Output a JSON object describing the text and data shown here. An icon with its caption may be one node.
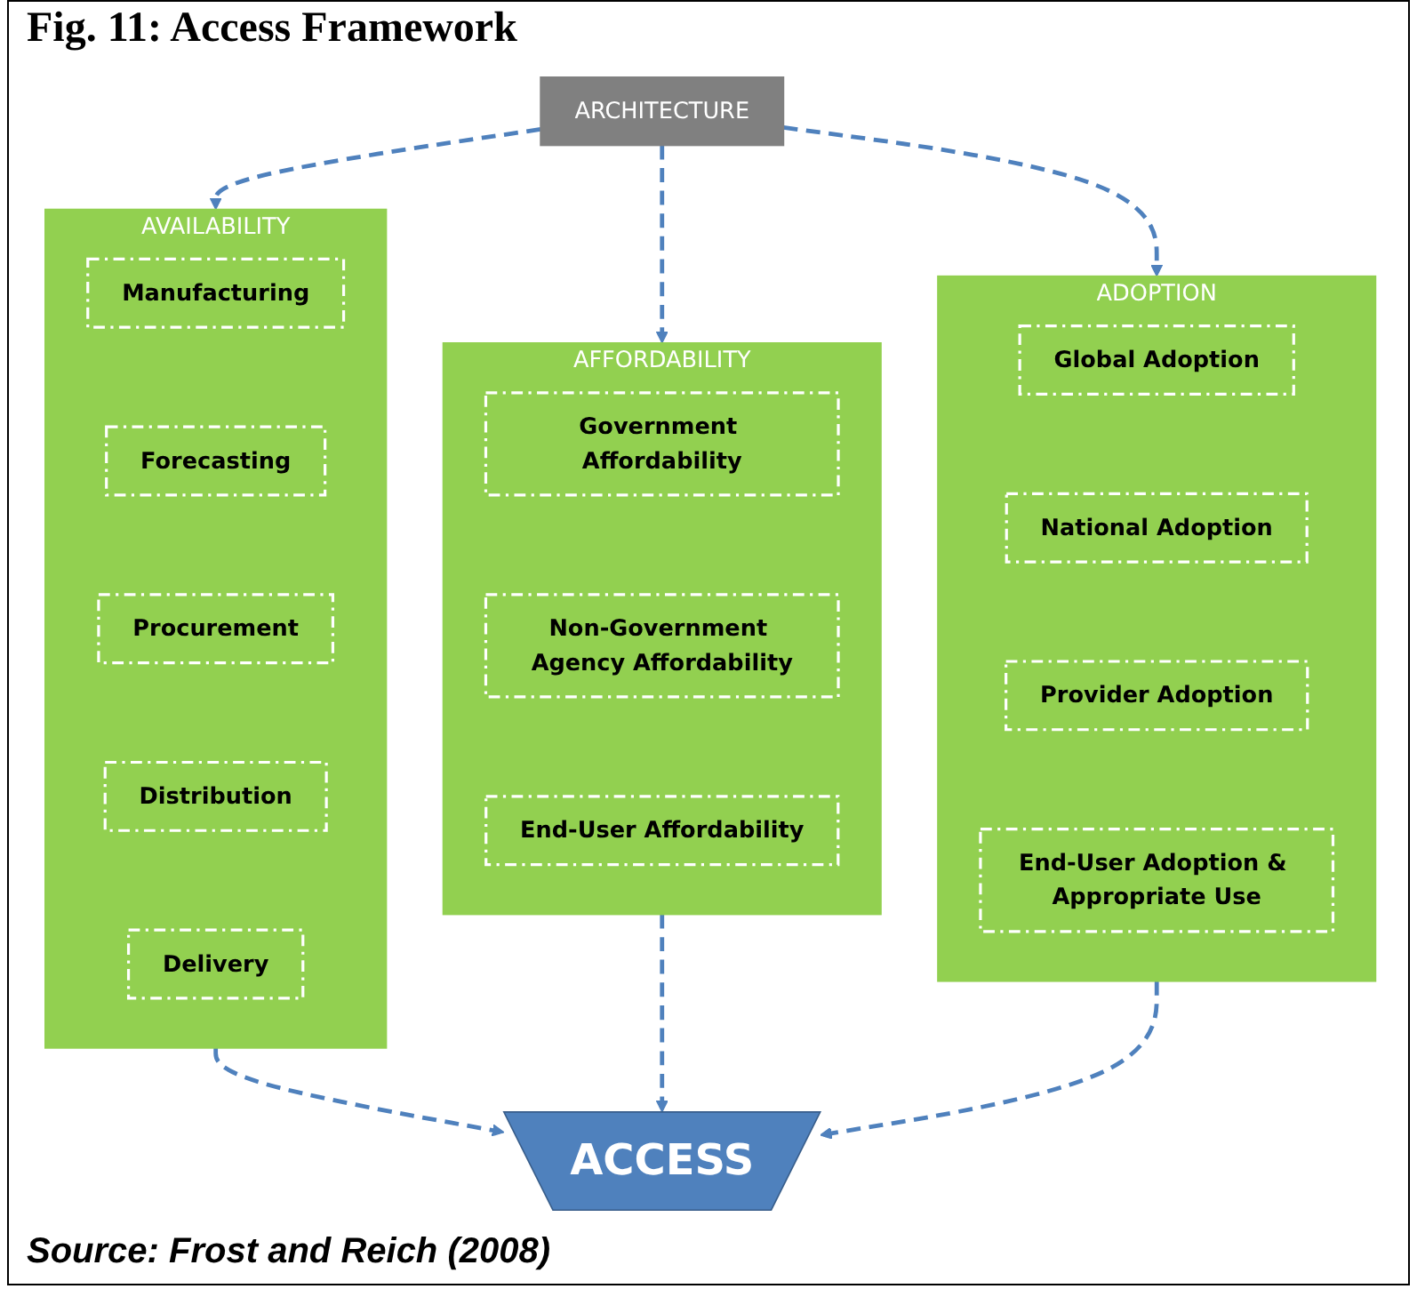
{
  "diagram": {
    "title": "Fig. 11: Access Framework",
    "caption": "Source: Frost and Reich (2008)",
    "nodes": [
      {
        "text": [
          "ARCHITECTURE"
        ]
      },
      {
        "text": [
          "AVAILABILITY"
        ]
      },
      {
        "text": [
          "Manufacturing"
        ],
        "in": 1
      },
      {
        "text": [
          "Forecasting"
        ],
        "in": 1
      },
      {
        "text": [
          "Procurement"
        ],
        "in": 1
      },
      {
        "text": [
          "Distribution"
        ],
        "in": 1
      },
      {
        "text": [
          "Delivery"
        ],
        "in": 1
      },
      {
        "text": [
          "AFFORDABILITY"
        ]
      },
      {
        "text": [
          "Government Affordability"
        ],
        "in": 7
      },
      {
        "text": [
          "Non-Government Agency Affordability"
        ],
        "in": 7
      },
      {
        "text": [
          "End-User Affordability"
        ],
        "in": 7
      },
      {
        "text": [
          "ADOPTION"
        ]
      },
      {
        "text": [
          "Global Adoption"
        ],
        "in": 11
      },
      {
        "text": [
          "National Adoption"
        ],
        "in": 11
      },
      {
        "text": [
          "Provider Adoption"
        ],
        "in": 11
      },
      {
        "text": [
          "End-User Adoption & Appropriate Use"
        ],
        "in": 11
      },
      {
        "text": [
          "ACCESS"
        ]
      }
    ],
    "edges": [
      {
        "from": 0,
        "to": 1,
        "arrow": "to",
        "style": "dashed"
      },
      {
        "from": 0,
        "to": 7,
        "arrow": "to",
        "style": "dashed"
      },
      {
        "from": 0,
        "to": 11,
        "arrow": "to",
        "style": "dashed"
      },
      {
        "from": 1,
        "to": 16,
        "arrow": "to",
        "style": "dashed"
      },
      {
        "from": 7,
        "to": 16,
        "arrow": "to",
        "style": "dashed"
      },
      {
        "from": 11,
        "to": 16,
        "arrow": "to",
        "style": "dashed"
      }
    ]
  }
}
